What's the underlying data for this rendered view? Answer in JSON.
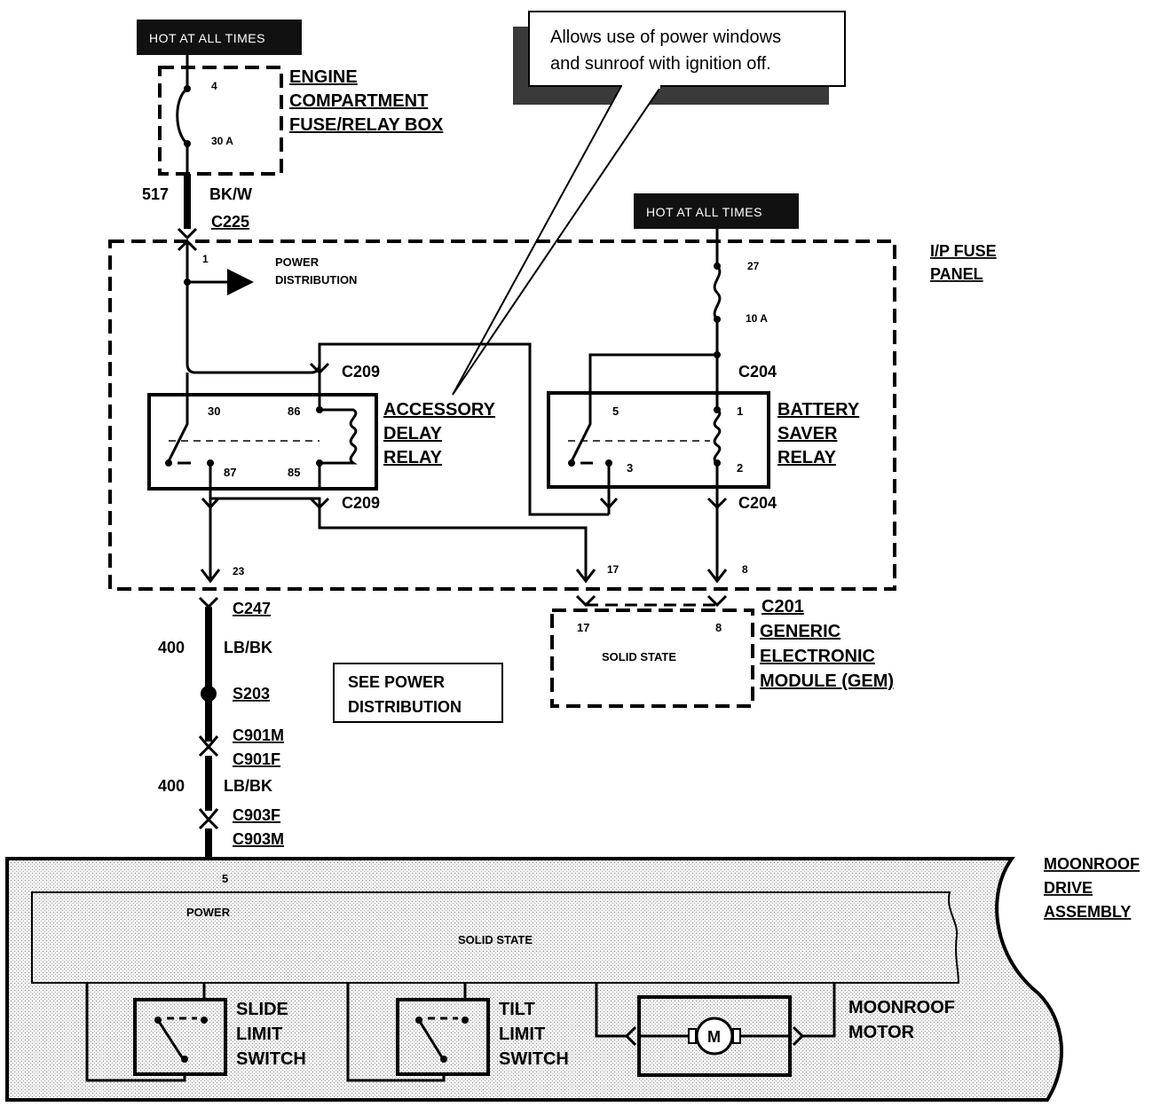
{
  "hot_labels": {
    "top_left": "HOT AT ALL TIMES",
    "top_right": "HOT AT ALL TIMES"
  },
  "callout": {
    "line1": "Allows use of power windows",
    "line2": "and sunroof with ignition off."
  },
  "engine_box": {
    "title1": "ENGINE",
    "title2": "COMPARTMENT",
    "title3": "FUSE/RELAY BOX",
    "fuse_pin": "4",
    "fuse_rating": "30 A"
  },
  "wires": {
    "w517_num": "517",
    "w517_color": "BK/W",
    "c225": "C225",
    "w400a_num": "400",
    "w400a_color": "LB/BK",
    "w400b_num": "400",
    "w400b_color": "LB/BK"
  },
  "ip_panel": {
    "title1": "I/P FUSE",
    "title2": "PANEL",
    "pin1": "1",
    "power_dist1": "POWER",
    "power_dist2": "DISTRIBUTION",
    "fuse_pin": "27",
    "fuse_rating": "10 A",
    "c209_top": "C209",
    "c209_bottom": "C209",
    "c204_top": "C204",
    "c204_bottom": "C204",
    "pin23": "23",
    "pin17": "17",
    "pin8": "8"
  },
  "acc_relay": {
    "name1": "ACCESSORY",
    "name2": "DELAY",
    "name3": "RELAY",
    "p30": "30",
    "p86": "86",
    "p87": "87",
    "p85": "85"
  },
  "bat_relay": {
    "name1": "BATTERY",
    "name2": "SAVER",
    "name3": "RELAY",
    "p5": "5",
    "p1": "1",
    "p3": "3",
    "p2": "2"
  },
  "gem": {
    "connector": "C201",
    "name1": "GENERIC",
    "name2": "ELECTRONIC",
    "name3": "MODULE (GEM)",
    "p17": "17",
    "p8": "8",
    "solid_state": "SOLID   STATE"
  },
  "connectors": {
    "c247": "C247",
    "s203": "S203",
    "c901m": "C901M",
    "c901f": "C901F",
    "c903f": "C903F",
    "c903m": "C903M"
  },
  "see_power": {
    "line1": "SEE POWER",
    "line2": "DISTRIBUTION"
  },
  "moonroof": {
    "title1": "MOONROOF",
    "title2": "DRIVE",
    "title3": "ASSEMBLY",
    "pin5": "5",
    "power": "POWER",
    "solid_state": "SOLID   STATE",
    "slide1": "SLIDE",
    "slide2": "LIMIT",
    "slide3": "SWITCH",
    "tilt1": "TILT",
    "tilt2": "LIMIT",
    "tilt3": "SWITCH",
    "motor1": "MOONROOF",
    "motor2": "MOTOR",
    "motor_symbol": "M"
  }
}
